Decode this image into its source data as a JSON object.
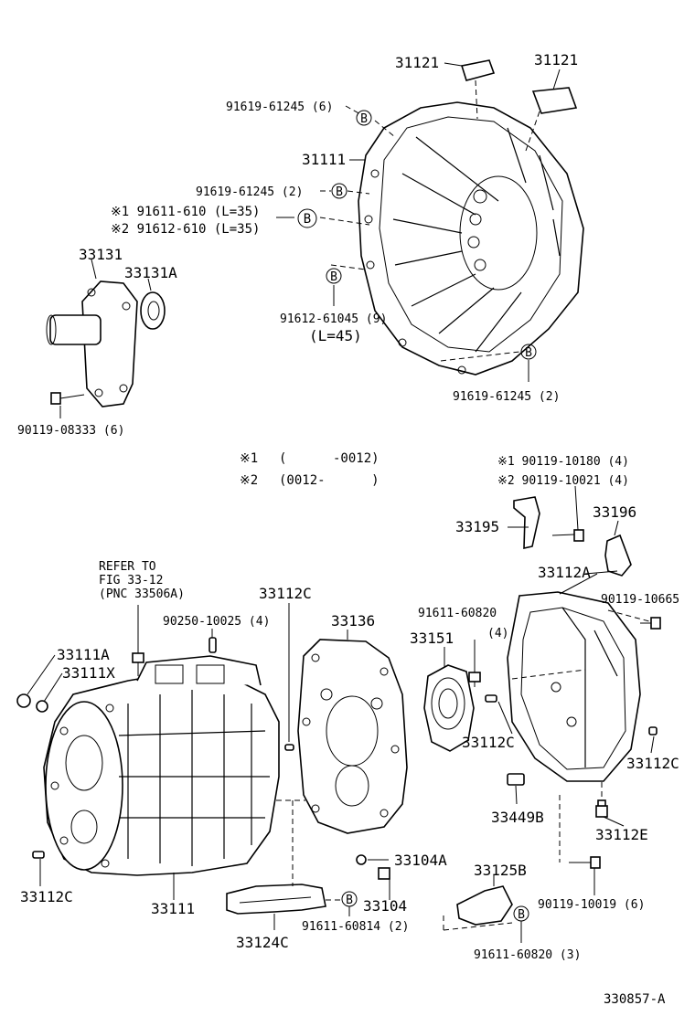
{
  "footer": {
    "figure_code": "330857-A"
  },
  "legend": {
    "note1_mark": "※1",
    "note1_range": "(      -0012)",
    "note2_mark": "※2",
    "note2_range": "(0012-      )"
  },
  "badge_letter": "B",
  "labels": {
    "p31121_a": "31121",
    "p31121_b": "31121",
    "b91619_61245_6": "91619-61245 (6)",
    "p31111": "31111",
    "b91619_61245_2_top": "91619-61245 (2)",
    "b91611_610": "※1 91611-610 (L=35)",
    "b91612_610": "※2 91612-610 (L=35)",
    "p33131": "33131",
    "p33131A": "33131A",
    "b91612_61045": "91612-61045 (9)",
    "b91612_61045_len": "(L=45)",
    "b91619_61245_2_bot": "91619-61245 (2)",
    "b90119_08333": "90119-08333 (6)",
    "b90119_10180": "※1 90119-10180 (4)",
    "b90119_10021": "※2 90119-10021 (4)",
    "p33195": "33195",
    "p33196": "33196",
    "refer_1": "REFER TO",
    "refer_2": "FIG 33-12",
    "refer_3": "(PNC 33506A)",
    "p33112C_top": "33112C",
    "p33112A": "33112A",
    "b90119_10665": "90119-10665",
    "b90250_10025": "90250-10025 (4)",
    "p33136": "33136",
    "b91611_60820_4": "91611-60820",
    "b91611_60820_4_qty": "(4)",
    "p33151": "33151",
    "p33111A": "33111A",
    "p33111X": "33111X",
    "p33112C_mid": "33112C",
    "p33112C_right": "33112C",
    "p33449B": "33449B",
    "p33112E": "33112E",
    "p33104A": "33104A",
    "p33125B": "33125B",
    "p33112C_left": "33112C",
    "p33111": "33111",
    "p33104": "33104",
    "b90119_10019": "90119-10019 (6)",
    "b91611_60814": "91611-60814 (2)",
    "p33124C": "33124C",
    "b91611_60820_3": "91611-60820 (3)"
  }
}
